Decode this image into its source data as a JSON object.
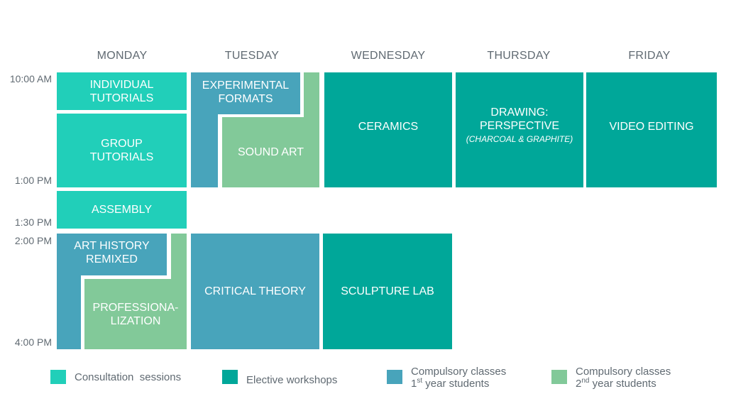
{
  "days": [
    "MONDAY",
    "TUESDAY",
    "WEDNESDAY",
    "THURSDAY",
    "FRIDAY"
  ],
  "times": [
    "10:00 AM",
    "1:00 PM",
    "1:30 PM",
    "2:00 PM",
    "4:00 PM"
  ],
  "blocks": {
    "individual_tutorials": [
      "INDIVIDUAL",
      "TUTORIALS"
    ],
    "group_tutorials": [
      "GROUP",
      "TUTORIALS"
    ],
    "assembly": "ASSEMBLY",
    "art_history": [
      "ART HISTORY",
      "REMIXED"
    ],
    "professionalization": [
      "PROFESSIONA-",
      "LIZATION"
    ],
    "experimental_formats": [
      "EXPERIMENTAL",
      "FORMATS"
    ],
    "sound_art": "SOUND ART",
    "critical_theory": "CRITICAL THEORY",
    "ceramics": "CERAMICS",
    "sculpture_lab": "SCULPTURE LAB",
    "drawing": [
      "DRAWING:",
      "PERSPECTIVE"
    ],
    "drawing_sub": "(CHARCOAL & GRAPHITE)",
    "video_editing": "VIDEO EDITING"
  },
  "legend": {
    "consultation": "Consultation  sessions",
    "elective": "Elective workshops",
    "first_line1": "Compulsory classes",
    "first_ord": "1",
    "first_sup": "st",
    "first_rest": " year students",
    "second_line1": "Compulsory classes",
    "second_ord": "2",
    "second_sup": "nd",
    "second_rest": " year students"
  },
  "colors": {
    "consultation": "#21cfb9",
    "elective": "#00a799",
    "compulsory_first_year": "#48a4bb",
    "compulsory_second_year": "#82c999",
    "label_text": "#606a72"
  }
}
